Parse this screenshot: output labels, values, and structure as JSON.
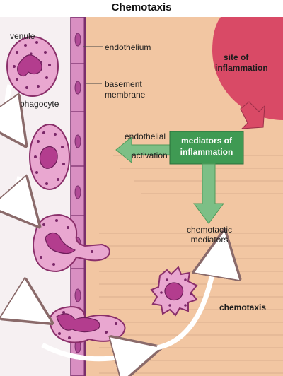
{
  "title": "Chemotaxis",
  "labels": {
    "venule": "venule",
    "phagocyte": "phagocyte",
    "endothelium": "endothelium",
    "basement_membrane_1": "basement",
    "basement_membrane_2": "membrane",
    "site_of_inflammation_1": "site of",
    "site_of_inflammation_2": "inflammation",
    "endothelial_activation_1": "endothelial",
    "endothelial_activation_2": "activation",
    "mediators_1": "mediators of",
    "mediators_2": "inflammation",
    "chemotactic_1": "chemotactic",
    "chemotactic_2": "mediators",
    "chemotaxis": "chemotaxis"
  },
  "colors": {
    "tissue": "#f2c6a2",
    "lumen": "#f6f0f2",
    "vessel_wall": "#d98fc2",
    "vessel_outline": "#7a2f6c",
    "cell_fill": "#e9a7d0",
    "cell_outline": "#8a2f6a",
    "nucleus": "#b33d8e",
    "granule": "#7a2768",
    "inflammation": "#d94a66",
    "mediator_box": "#3f9a53",
    "mediator_arrow": "#7cbf86"
  }
}
